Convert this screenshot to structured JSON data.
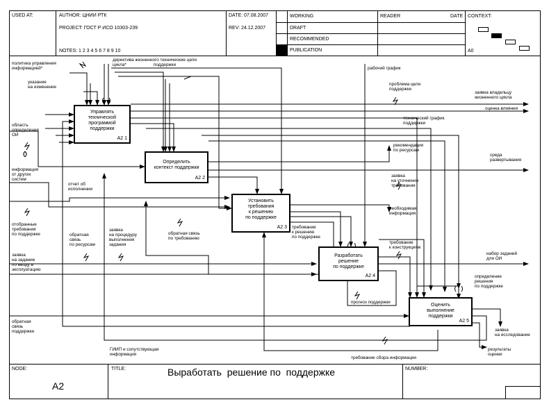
{
  "header": {
    "used_at": "USED AT:",
    "author": "AUTHOR: ЦНИИ РТК",
    "project": "PROJECT: ГОСТ Р ИСО 10303-239",
    "notes": "NOTES: 1 2 3 4 5 6 7 8 9 10",
    "date": "DATE: 07.08.2007",
    "rev": "REV:    24.12.2007",
    "status": [
      "WORKING",
      "DRAFT",
      "RECOMMENDED",
      "PUBLICATION"
    ],
    "reader": "READER",
    "reader_date": "DATE",
    "context": "CONTEXT:",
    "context_node": "A0"
  },
  "boxes": [
    {
      "id": "A21",
      "label": "Управлять\nтехнической\nпрограммой\nподдержки",
      "number": "A2 1"
    },
    {
      "id": "A22",
      "label": "Определить\nконтекст поддержки",
      "number": "A2 2"
    },
    {
      "id": "A23",
      "label": "Установить\nтребования\nк решению\nпо поддержке",
      "number": "A2 3"
    },
    {
      "id": "A24",
      "label": "Разработать\nрешение\nпо поддержке",
      "number": "A2 4"
    },
    {
      "id": "A25",
      "label": "Оценить\nвыполнение\nподдержки",
      "number": "A2 5"
    }
  ],
  "arrows": {
    "a1": "политика управления\nинформацией*",
    "a2": "директива жизненного технические цели\nцикла*                      поддержки",
    "a3": "указание\nна изменение",
    "a4": "рабочий график",
    "a5": "проблема цели\nподдержки",
    "a6": "заявка владельцу\nжизненного цикла",
    "a7": "оценка влияния",
    "a8": "область\nопределения\nОИ",
    "a9": "технический график\nподдержки",
    "a10": "рекомендации\nпо ресурсам",
    "a11": "среда\nразвертывания",
    "a12": "информация\nот других\nсистем",
    "a13": "отчет об\nисполнении",
    "a14": "заявка\nна уточнение\nтребования",
    "a15": "необходимая\nинформация",
    "a16": "отобранные\nтребования\nпо поддержке",
    "a17": "обратная\nсвязь\nпо ресурсам",
    "a18": "заявка\nна процедуру\nвыполнения\nзадания",
    "a19": "обратная связь\nпо требованию",
    "a20": "требование\nк решению\nпо поддержке",
    "a21": "требование\nк конструкциям",
    "a22": "набор заданий\nдля ОИ",
    "a23": "заявка\nна задание\nпо вводу в\nэксплуатацию",
    "a24": "определение\nрешения\nпо поддержке",
    "a25": "прогноз поддержки",
    "a26": "обратная\nсвязь\nподдержки",
    "a27": "заявка\nна исследование",
    "a28": "ГИИП и сопутствующая\nинформация",
    "a29": "требование сбора информации",
    "a30": "результаты\nоценки"
  },
  "footer": {
    "node_label": "NODE:",
    "node_value": "A2",
    "title_label": "TITLE:",
    "title_value": "Выработать  решение по  поддержке",
    "number_label": "NUMBER:"
  }
}
